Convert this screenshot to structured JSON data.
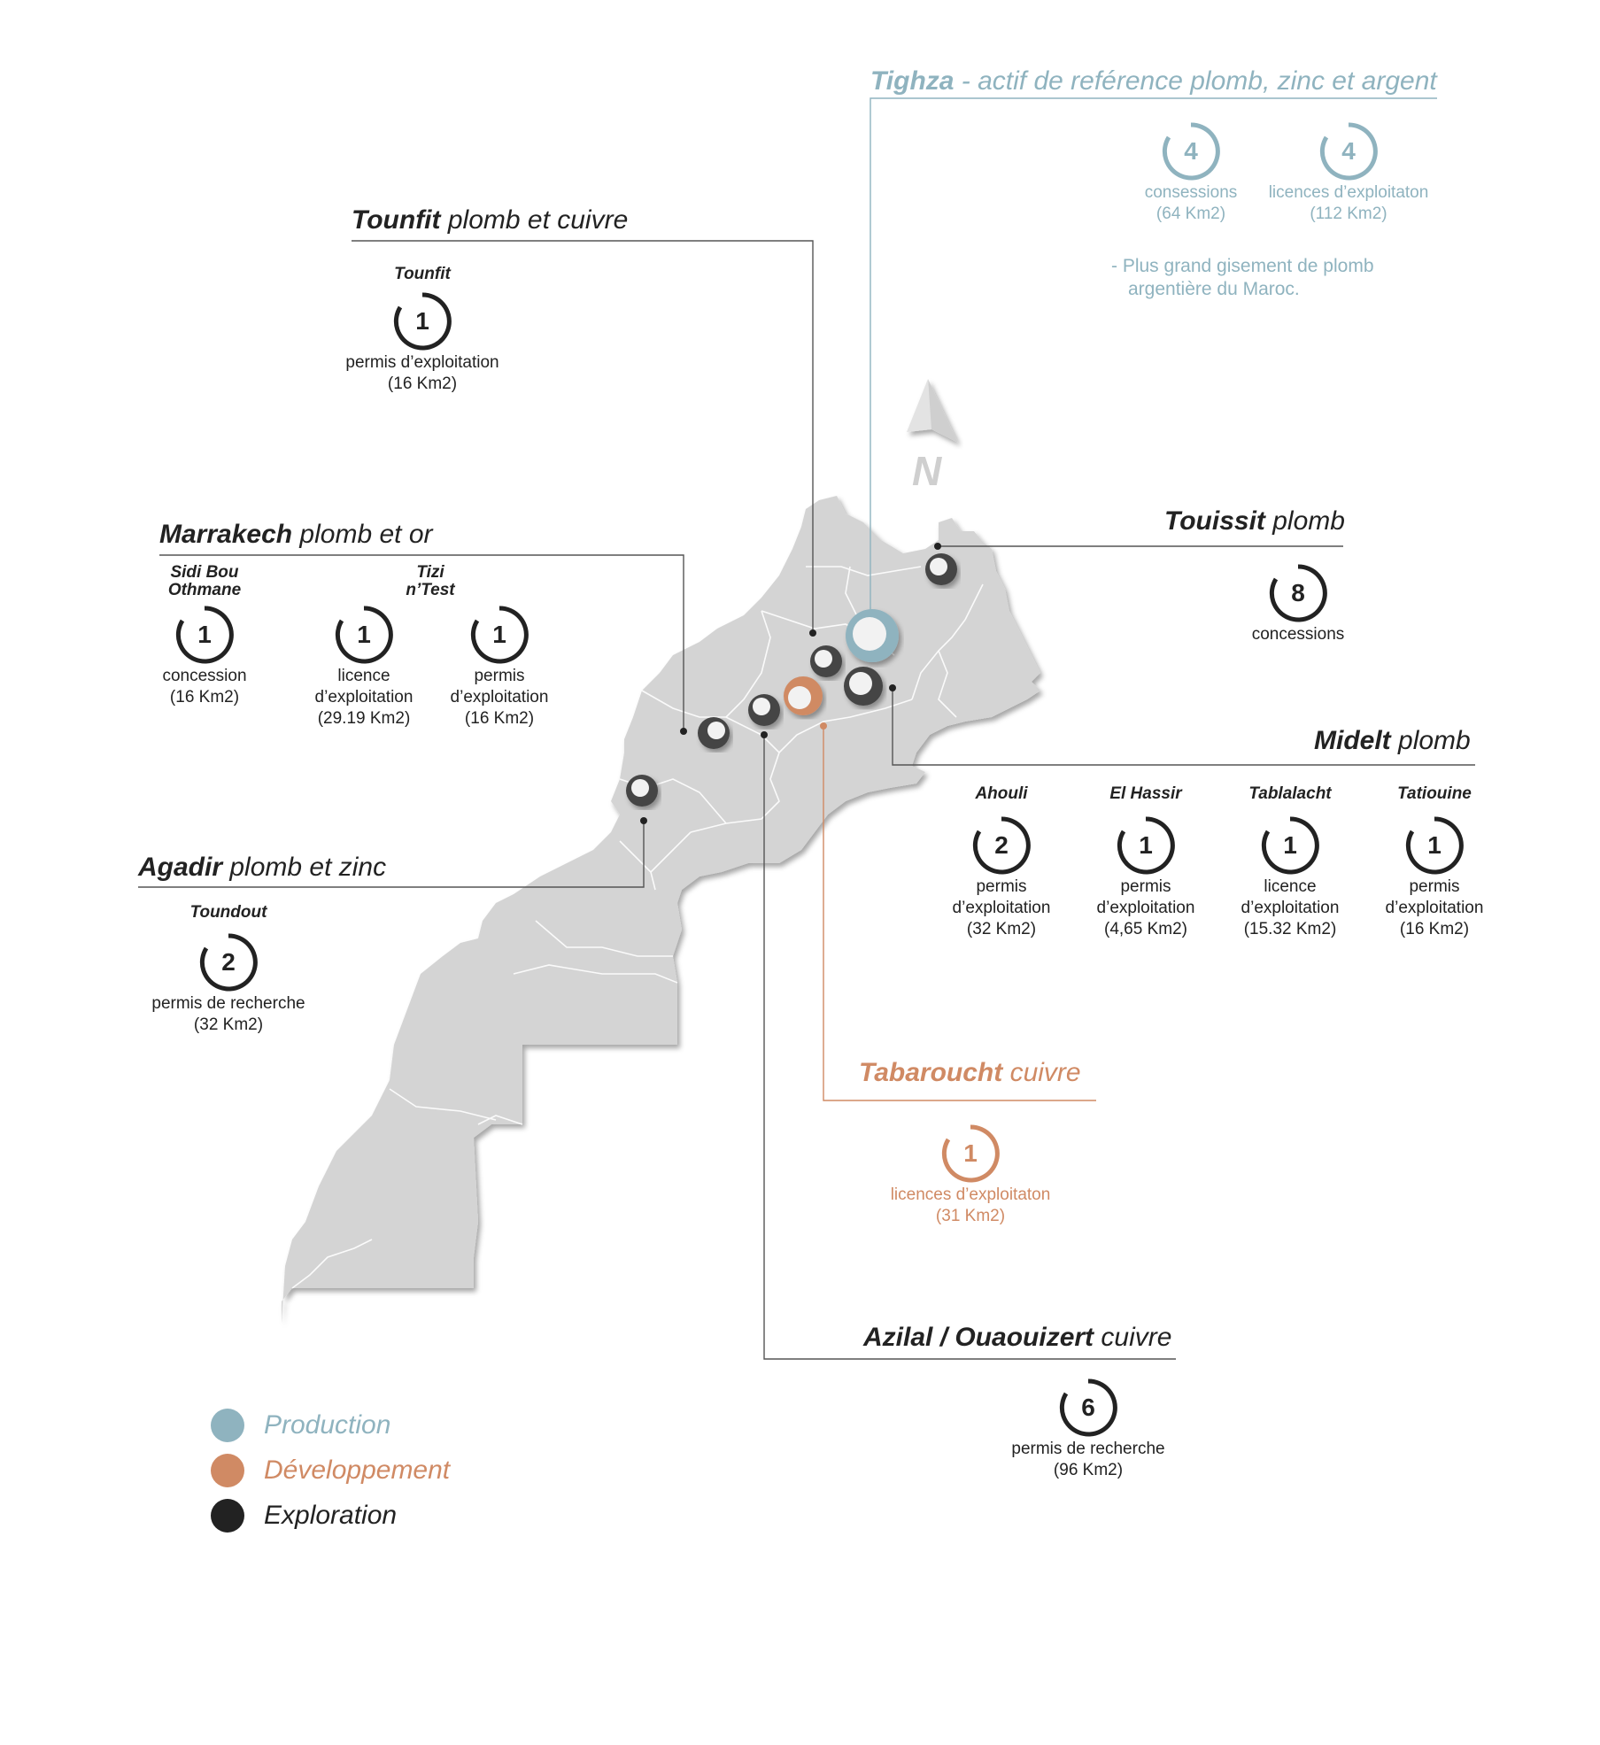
{
  "colors": {
    "production": "#8fb3bf",
    "developpement": "#d08a64",
    "exploration": "#222222",
    "map_fill": "#d4d4d4",
    "ring_dark": "#222222"
  },
  "compass": {
    "label": "N"
  },
  "tighza": {
    "name": "Tighza",
    "rest": " - actif de reférence plomb, zinc et argent",
    "badges": [
      {
        "value": "4",
        "line1": "consessions",
        "line2": "(64 Km2)"
      },
      {
        "value": "4",
        "line1": "licences d’exploitaton",
        "line2": "(112 Km2)"
      }
    ],
    "note_line1": "-  Plus grand gisement de plomb",
    "note_line2": "argentière du Maroc."
  },
  "tounfit": {
    "name": "Tounfit",
    "rest": " plomb et cuivre",
    "sites": [
      {
        "name": "Tounfit",
        "value": "1",
        "line1": "permis d’exploitation",
        "line2": "(16 Km2)"
      }
    ]
  },
  "marrakech": {
    "name": "Marrakech",
    "rest": " plomb et or",
    "site_a_name_1": "Sidi Bou",
    "site_a_name_2": "Othmane",
    "site_b_name_1": "Tizi",
    "site_b_name_2": "n’Test",
    "sites": [
      {
        "value": "1",
        "line1": "concession",
        "line2": "(16 Km2)",
        "line3": ""
      },
      {
        "value": "1",
        "line1": "licence",
        "line2": "d’exploitation",
        "line3": "(29.19 Km2)"
      },
      {
        "value": "1",
        "line1": "permis",
        "line2": "d’exploitation",
        "line3": "(16 Km2)"
      }
    ]
  },
  "touissit": {
    "name": "Touissit",
    "rest": " plomb",
    "sites": [
      {
        "value": "8",
        "line1": "concessions"
      }
    ]
  },
  "midelt": {
    "name": "Midelt",
    "rest": " plomb",
    "sites": [
      {
        "name": "Ahouli",
        "value": "2",
        "line1": "permis",
        "line2": "d’exploitation",
        "line3": "(32 Km2)"
      },
      {
        "name": "El Hassir",
        "value": "1",
        "line1": "permis",
        "line2": "d’exploitation",
        "line3": "(4,65 Km2)"
      },
      {
        "name": "Tablalacht",
        "value": "1",
        "line1": "licence",
        "line2": "d’exploitation",
        "line3": "(15.32 Km2)"
      },
      {
        "name": "Tatiouine",
        "value": "1",
        "line1": "permis",
        "line2": "d’exploitation",
        "line3": "(16 Km2)"
      }
    ]
  },
  "agadir": {
    "name": "Agadir",
    "rest": " plomb et zinc",
    "sites": [
      {
        "name": "Toundout",
        "value": "2",
        "line1": "permis de recherche",
        "line2": "(32 Km2)"
      }
    ]
  },
  "tabaroucht": {
    "name": "Tabaroucht",
    "rest": " cuivre",
    "sites": [
      {
        "value": "1",
        "line1": "licences d’exploitaton",
        "line2": "(31 Km2)"
      }
    ]
  },
  "azilal": {
    "name": "Azilal / Ouaouizert",
    "rest": " cuivre",
    "sites": [
      {
        "value": "6",
        "line1": "permis de recherche",
        "line2": "(96 Km2)"
      }
    ]
  },
  "legend": [
    {
      "label": "Production",
      "status": "production"
    },
    {
      "label": "Développement",
      "status": "developpement"
    },
    {
      "label": "Exploration",
      "status": "exploration"
    }
  ]
}
